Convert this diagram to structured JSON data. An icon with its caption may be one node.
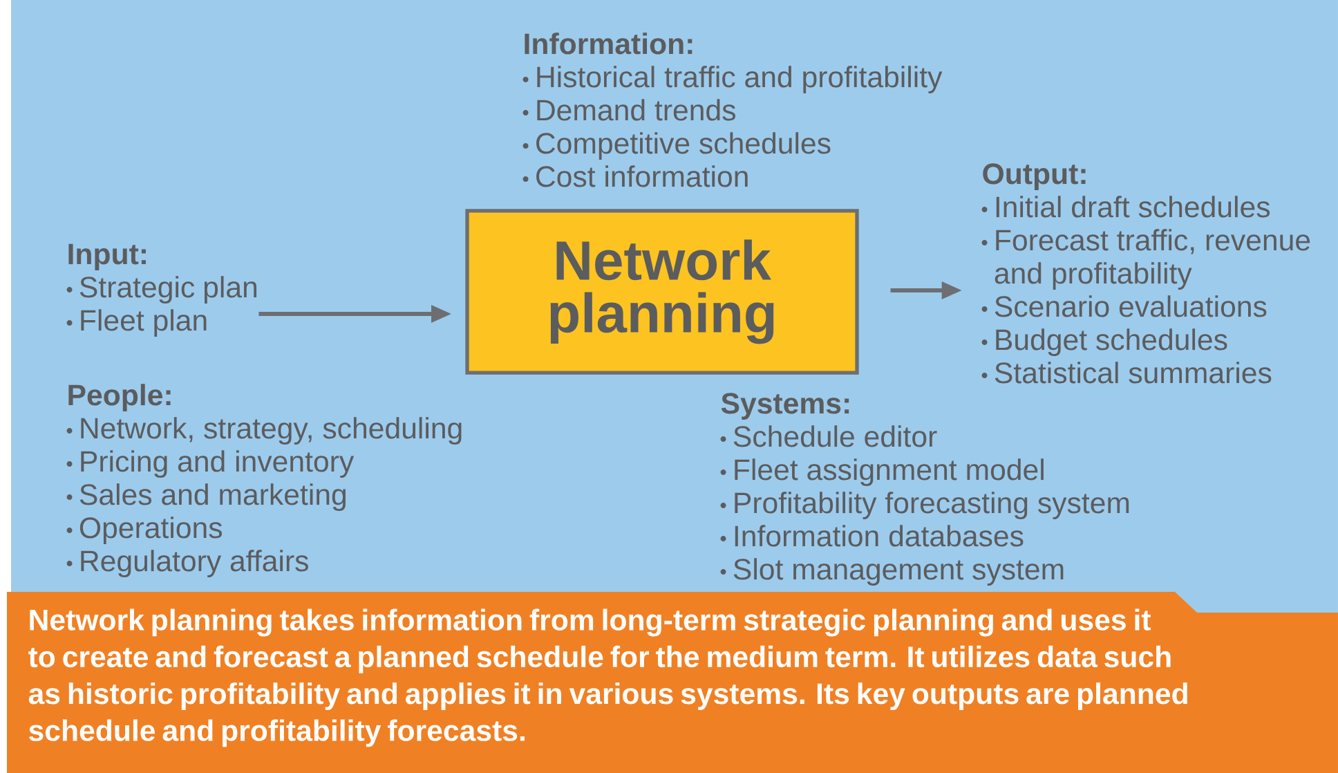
{
  "diagram": {
    "caption": "Network planning takes information from long-term strategic planning and uses it to create and forecast a planned schedule for the medium term. It utilizes data such as historic profitability and applies it in various systems. Its key outputs are planned schedule and profitability forecasts.",
    "nodes": [
      {
        "text": [
          "Input:",
          "Strategic plan",
          "Fleet plan"
        ]
      },
      {
        "text": [
          "Network planning"
        ]
      },
      {
        "text": [
          "Output:",
          "Initial draft schedules",
          "Forecast traffic, revenue and profitability",
          "Scenario evaluations",
          "Budget schedules",
          "Statistical summaries"
        ]
      }
    ],
    "edges": [
      {
        "from": 0,
        "to": 1,
        "arrow": "to"
      },
      {
        "from": 1,
        "to": 2,
        "arrow": "to"
      }
    ],
    "labels": [
      "Information:",
      "Historical traffic and profitability",
      "Demand trends",
      "Competitive schedules",
      "Cost information",
      "People:",
      "Network, strategy, scheduling",
      "Pricing and inventory",
      "Sales and marketing",
      "Operations",
      "Regulatory affairs",
      "Systems:",
      "Schedule editor",
      "Fleet assignment model",
      "Profitability forecasting system",
      "Information databases",
      "Slot management system"
    ]
  }
}
